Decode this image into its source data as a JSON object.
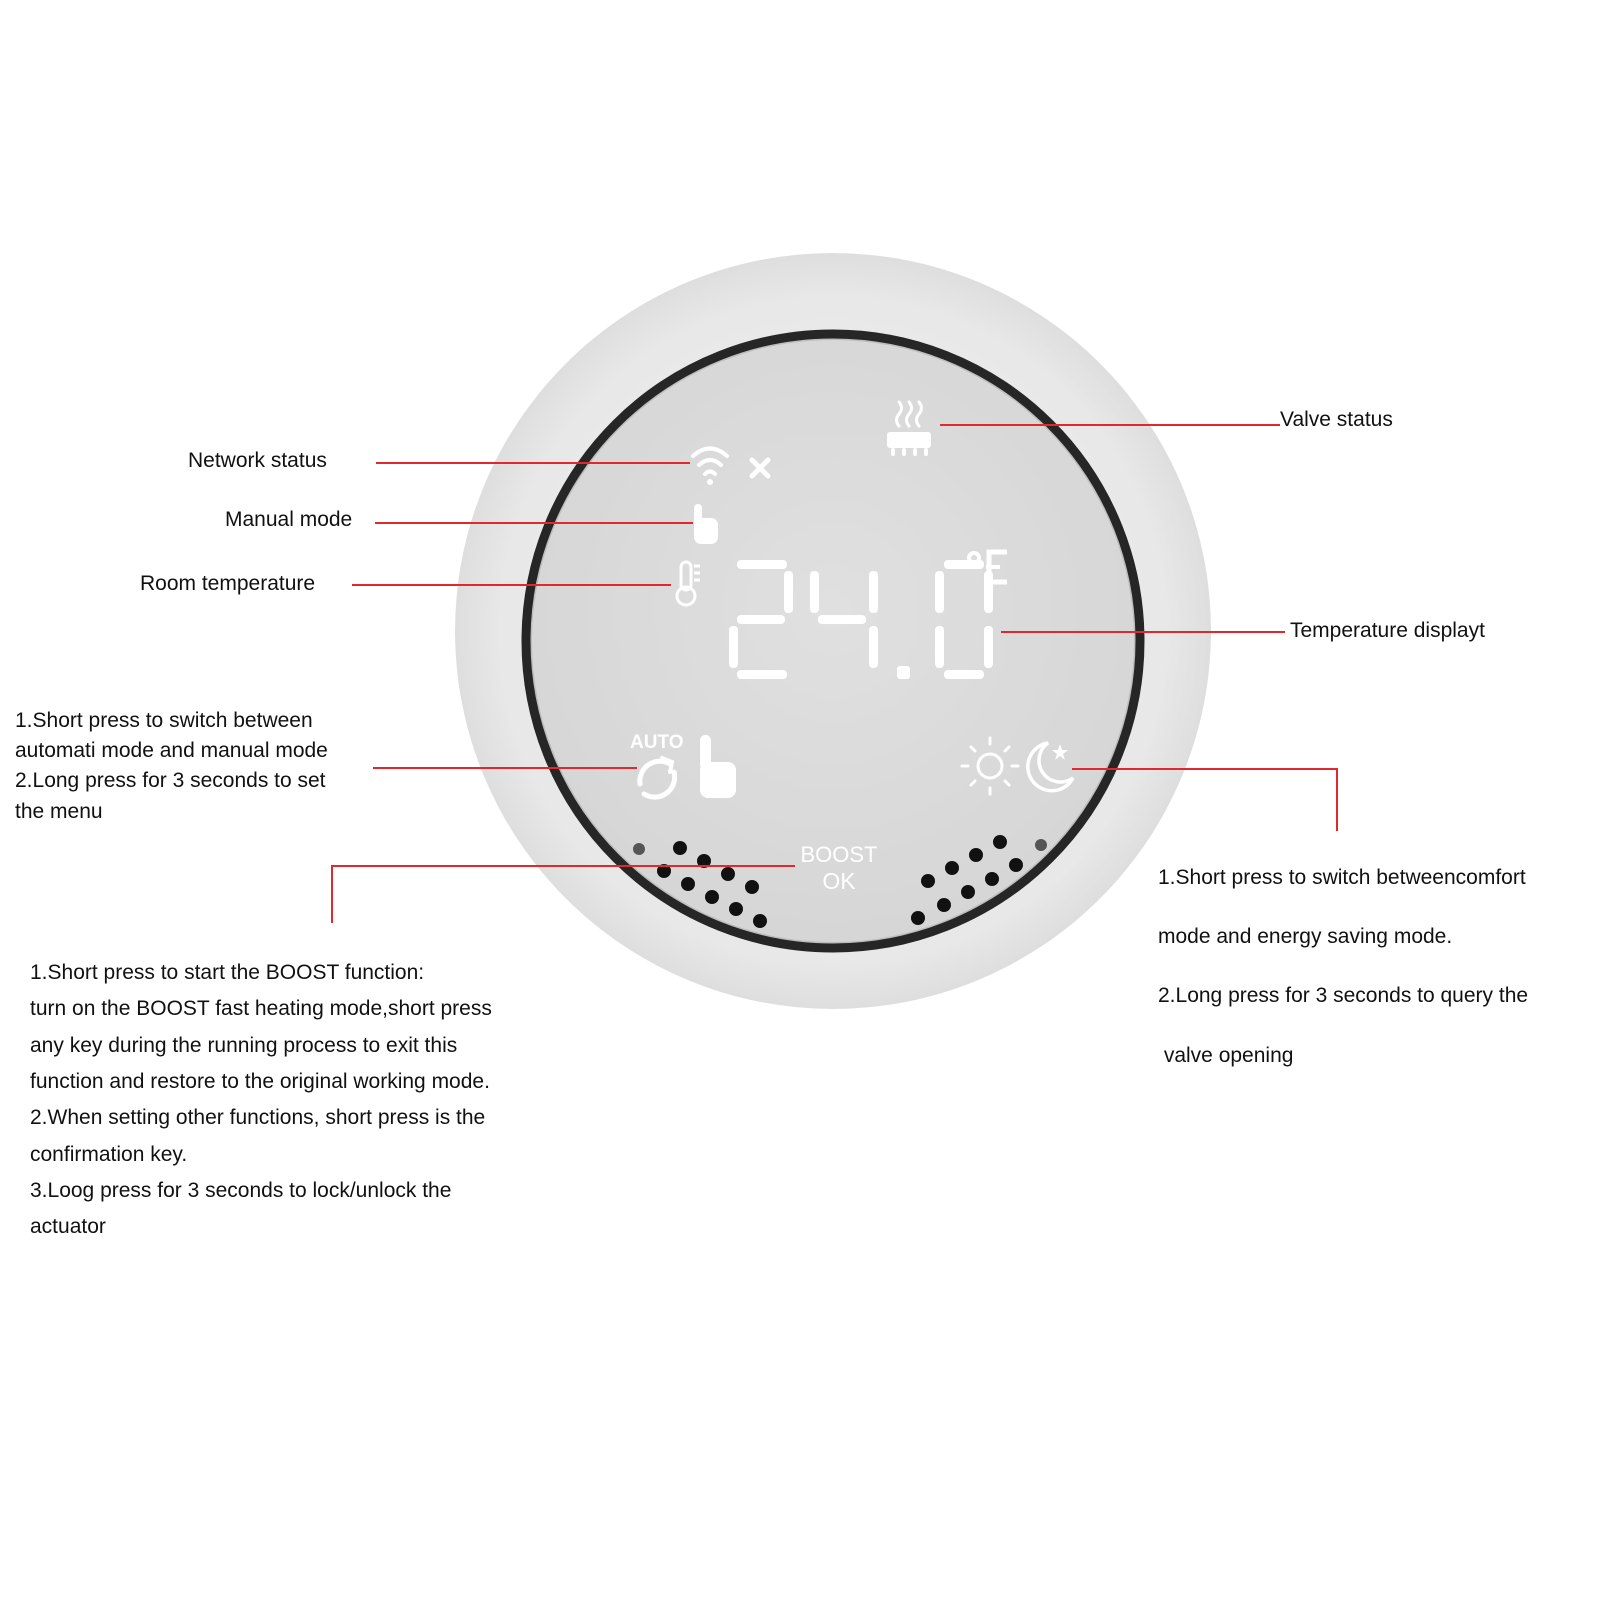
{
  "device": {
    "temperature_value": "24.0",
    "unit_icon": "celsius-icon",
    "wifi_icon": "wifi-icon",
    "disconnected_icon": "close-icon",
    "manual_icon": "hand-pointer-icon",
    "room_temperature_icon": "thermometer-icon",
    "valve_icon": "radiator-heat-icon",
    "auto_text": "AUTO",
    "auto_icon": "sync-arrows-icon",
    "hand_icon": "pointing-hand-icon",
    "sun_icon": "sun-icon",
    "moon_icon": "moon-icon",
    "boost_text": "BOOST",
    "ok_text": "OK"
  },
  "labels": {
    "network_status": "Network status",
    "manual_mode": "Manual mode",
    "room_temperature": "Room temperature",
    "valve_status": "Valve status",
    "temperature_display": "Temperature displayt",
    "auto_key": [
      "1.Short press to switch between",
      "automati mode and manual mode",
      "2.Long press for 3 seconds to set",
      "the menu"
    ],
    "boost_key": [
      "1.Short press to start the BOOST function:",
      "turn on the BOOST fast heating mode,short press",
      "any key during the running process to exit this",
      "function and restore to the original working mode.",
      "2.When setting other functions, short press is the",
      "confirmation key.",
      "3.Loog press for 3 seconds to lock/unlock the",
      "actuator"
    ],
    "mode_key": [
      "1.Short press to switch betweencomfort",
      "mode and energy saving mode.",
      "2.Long press for 3 seconds to query  the",
      " valve opening"
    ]
  },
  "colors": {
    "leader_line": "#e0282e",
    "outer_ring": "#e6e6e6",
    "bezel": "#2a2a2a",
    "screen": "#dadada",
    "lcd_segment": "#ffffff"
  }
}
